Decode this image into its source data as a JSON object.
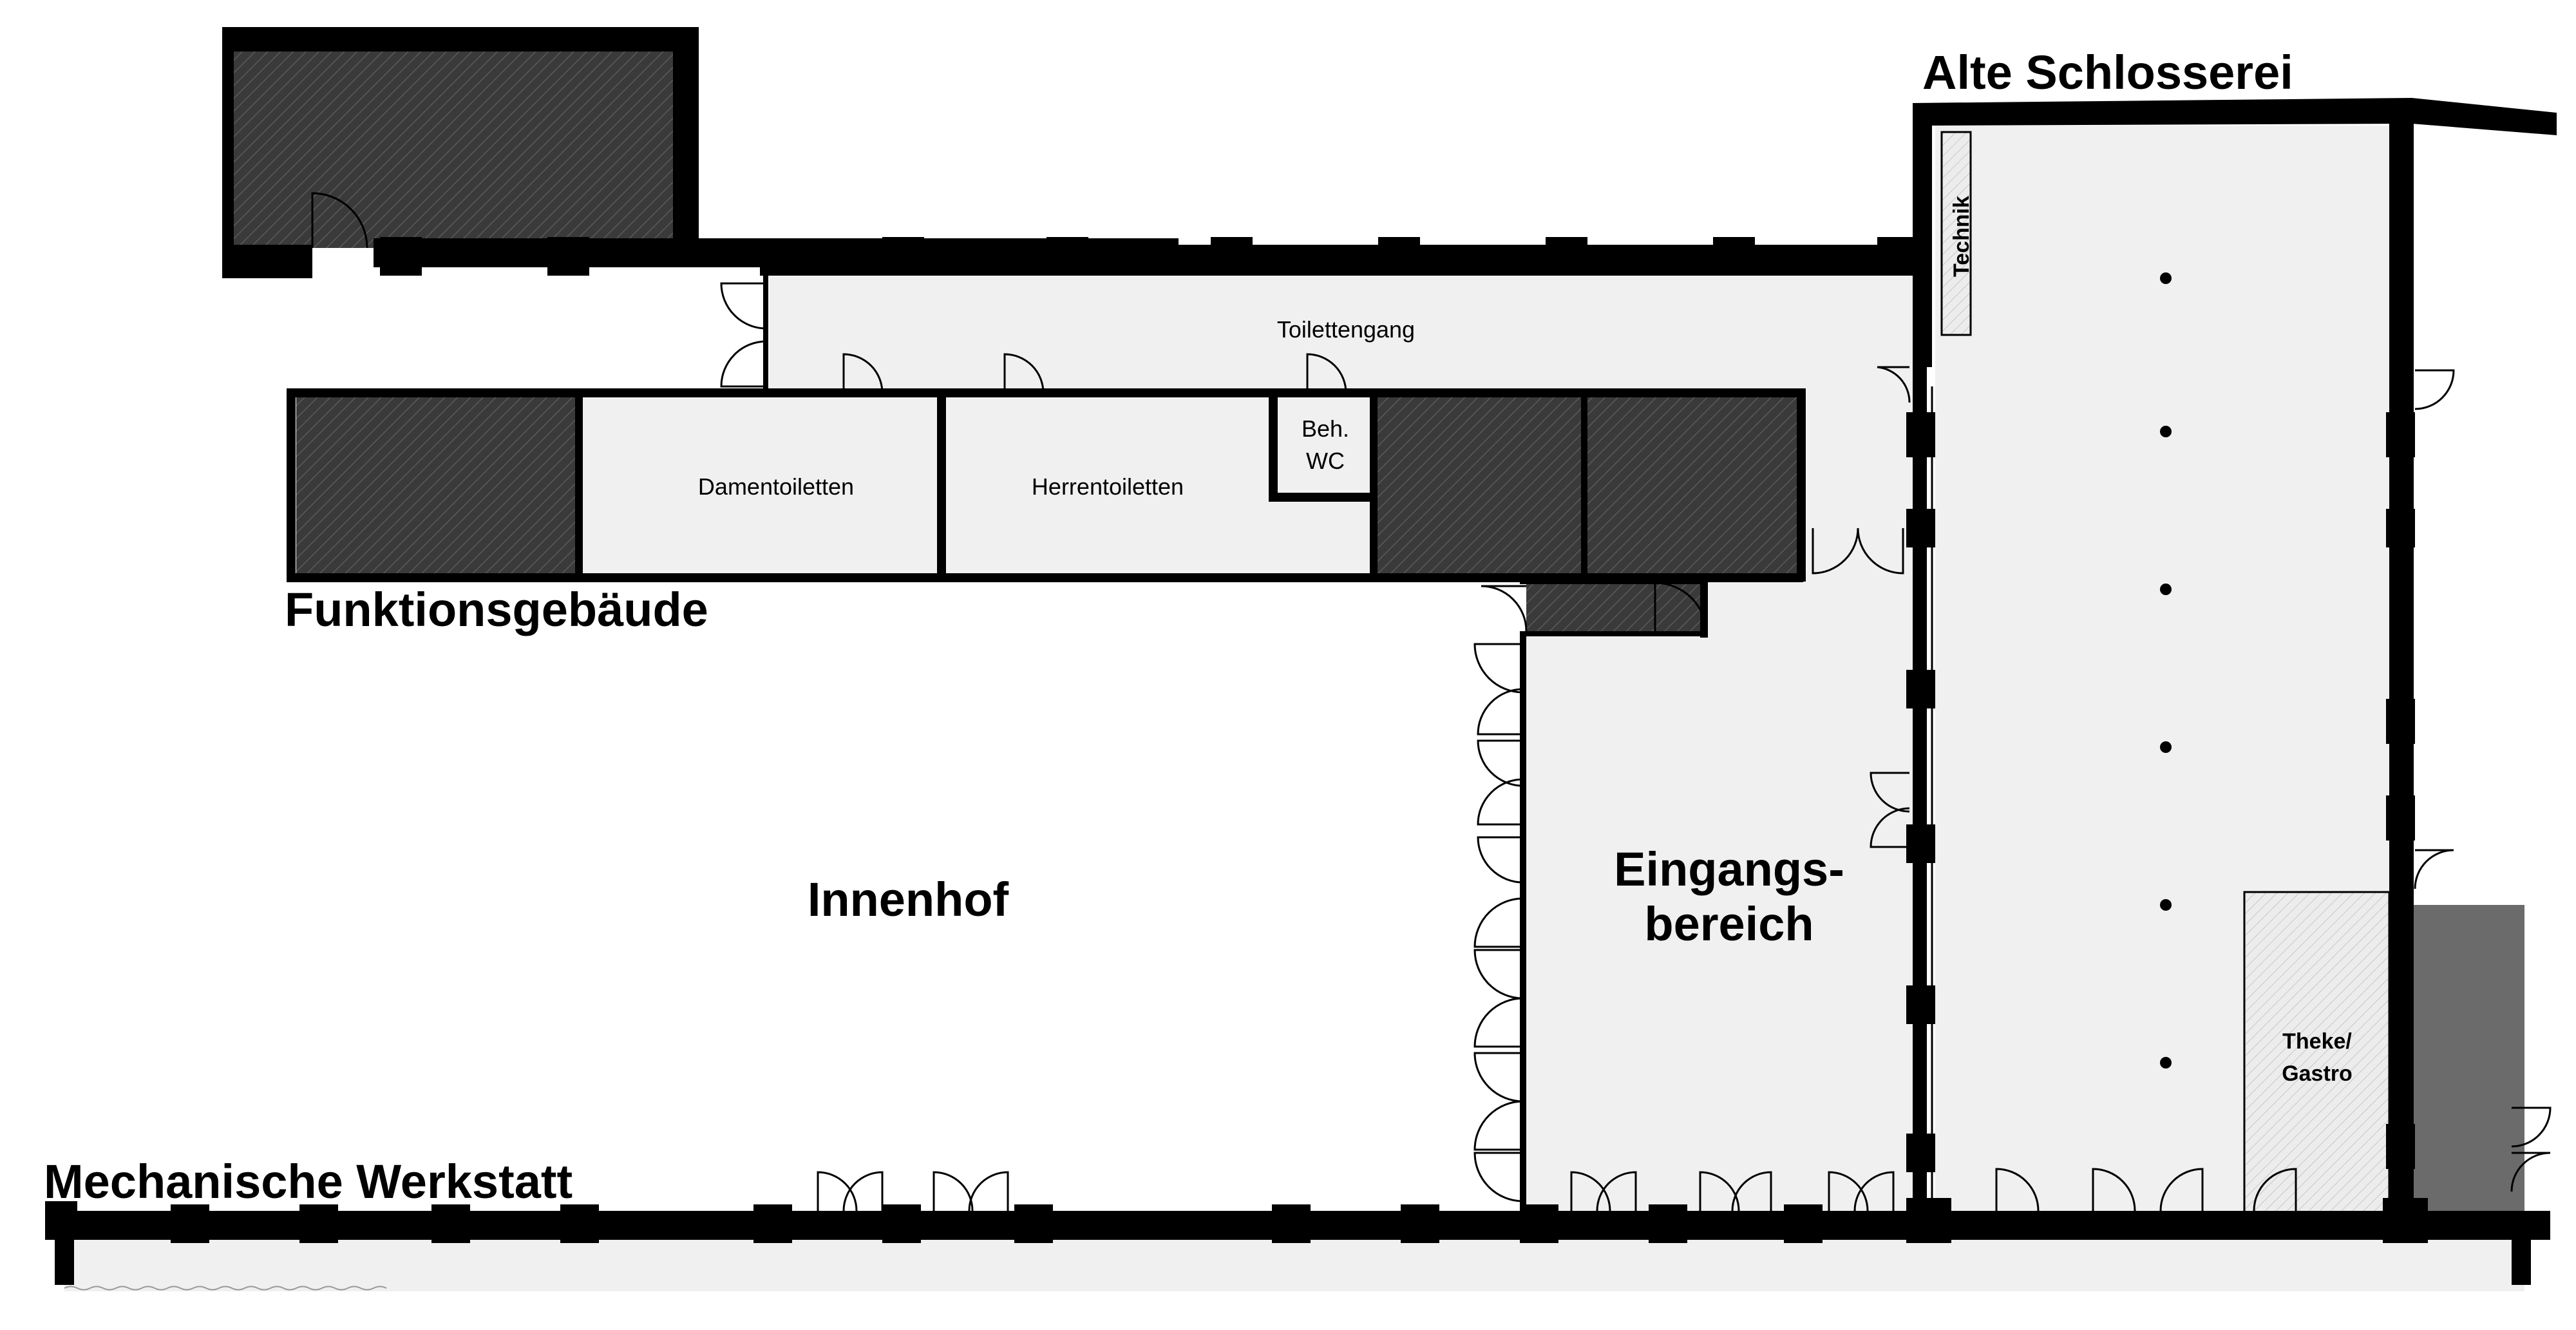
{
  "plan": {
    "labels": {
      "alte_schlosserei": "Alte Schlosserei",
      "technik": "Technik",
      "toilettengang": "Toilettengang",
      "damentoiletten": "Damentoiletten",
      "herrentoiletten": "Herrentoiletten",
      "beh_wc_line1": "Beh.",
      "beh_wc_line2": "WC",
      "funktionsgebaeude": "Funktionsgebäude",
      "innenhof": "Innenhof",
      "eingangsbereich_line1": "Eingangs-",
      "eingangsbereich_line2": "bereich",
      "theke_line1": "Theke/",
      "theke_line2": "Gastro",
      "mechanische_werkstatt": "Mechanische Werkstatt"
    },
    "colors": {
      "wall": "#000000",
      "floor": "#f0f0f0",
      "hatched_fill": "#3c3c3c",
      "solid_grey": "#6b6b6b",
      "background": "#ffffff"
    }
  }
}
